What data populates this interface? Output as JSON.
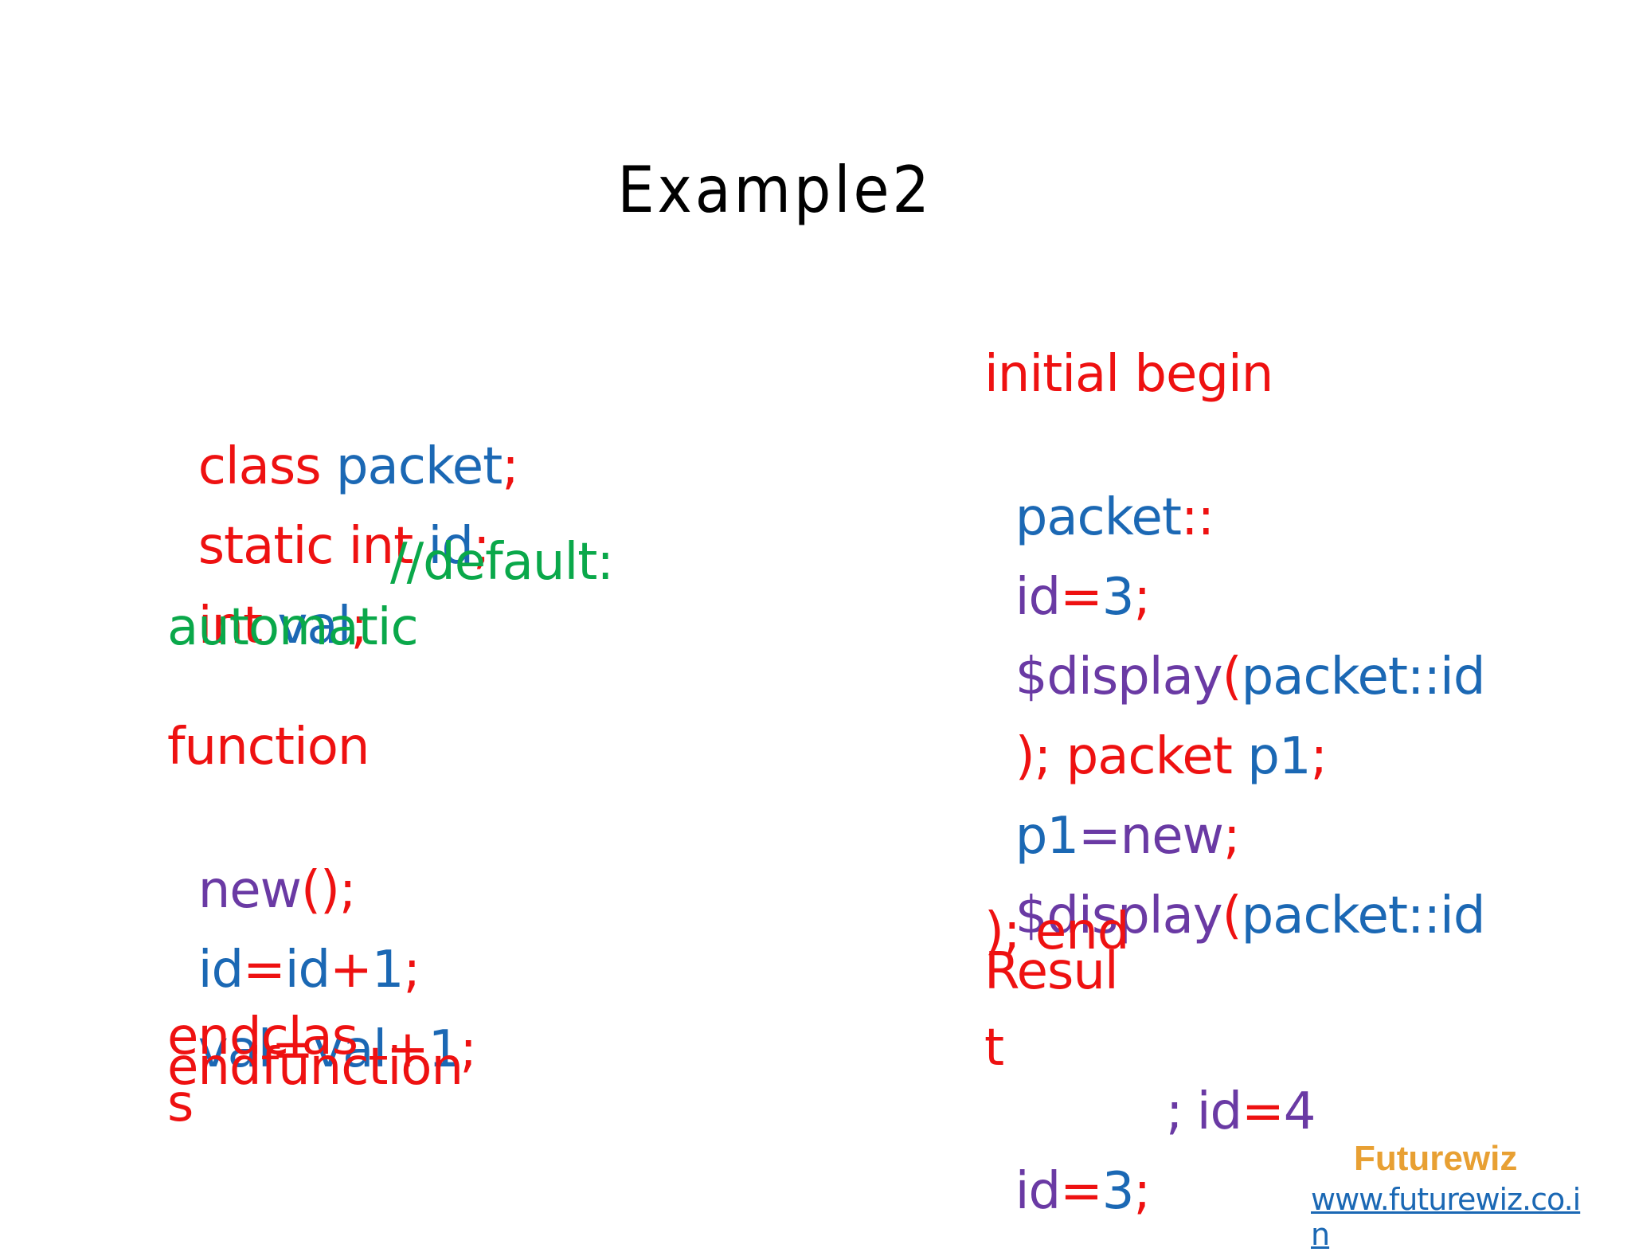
{
  "slide": {
    "title": "Example2"
  },
  "left_code": {
    "l1": {
      "a": "class ",
      "b": "packet",
      "c": ";"
    },
    "l2": {
      "a": "static int ",
      "b": "id",
      "c": ";"
    },
    "l3": {
      "a": "int ",
      "b": "val",
      "c": ";",
      "comment1": "//default:"
    },
    "l3b": {
      "comment2": "automatic"
    },
    "l4": {
      "a": "function"
    },
    "l5": {
      "a": "new",
      "b": "();"
    },
    "l6": {
      "a": "id",
      "b": "=",
      "c": "id",
      "d": "+1",
      "e": ";"
    },
    "l7": {
      "a": "val",
      "b": "=",
      "c": "val",
      "d": "+1",
      "e": ";"
    },
    "l8": {
      "a": "endfunction"
    },
    "l9": {
      "a": "endclas",
      "b": "s"
    }
  },
  "right_code": {
    "l1": {
      "a": "initial begin"
    },
    "l2": {
      "a": "packet",
      "b": "::"
    },
    "l3": {
      "a": "id",
      "b": "=",
      "c": "3",
      "d": ";"
    },
    "l4": {
      "a": "$display",
      "b": "(",
      "c": "packet::id"
    },
    "l5": {
      "a": "); packet ",
      "b": "p1",
      "c": ";"
    },
    "l6": {
      "a": "p1",
      "b": "=",
      "c": "new",
      "d": ";"
    },
    "l7": {
      "a": "$display",
      "b": "(",
      "c": "packet::id"
    },
    "l8": {
      "a": "); end"
    }
  },
  "result": {
    "label1": "Resul",
    "label2": "t",
    "r1": {
      "a": "id",
      "b": "=",
      "c": "3",
      "d": ";"
    },
    "r2": {
      "a": "id",
      "b": "=",
      "c": "4"
    },
    "r2b": ";"
  },
  "branding": {
    "name": "Futurewiz",
    "url": "www.futurewiz.co.in"
  }
}
